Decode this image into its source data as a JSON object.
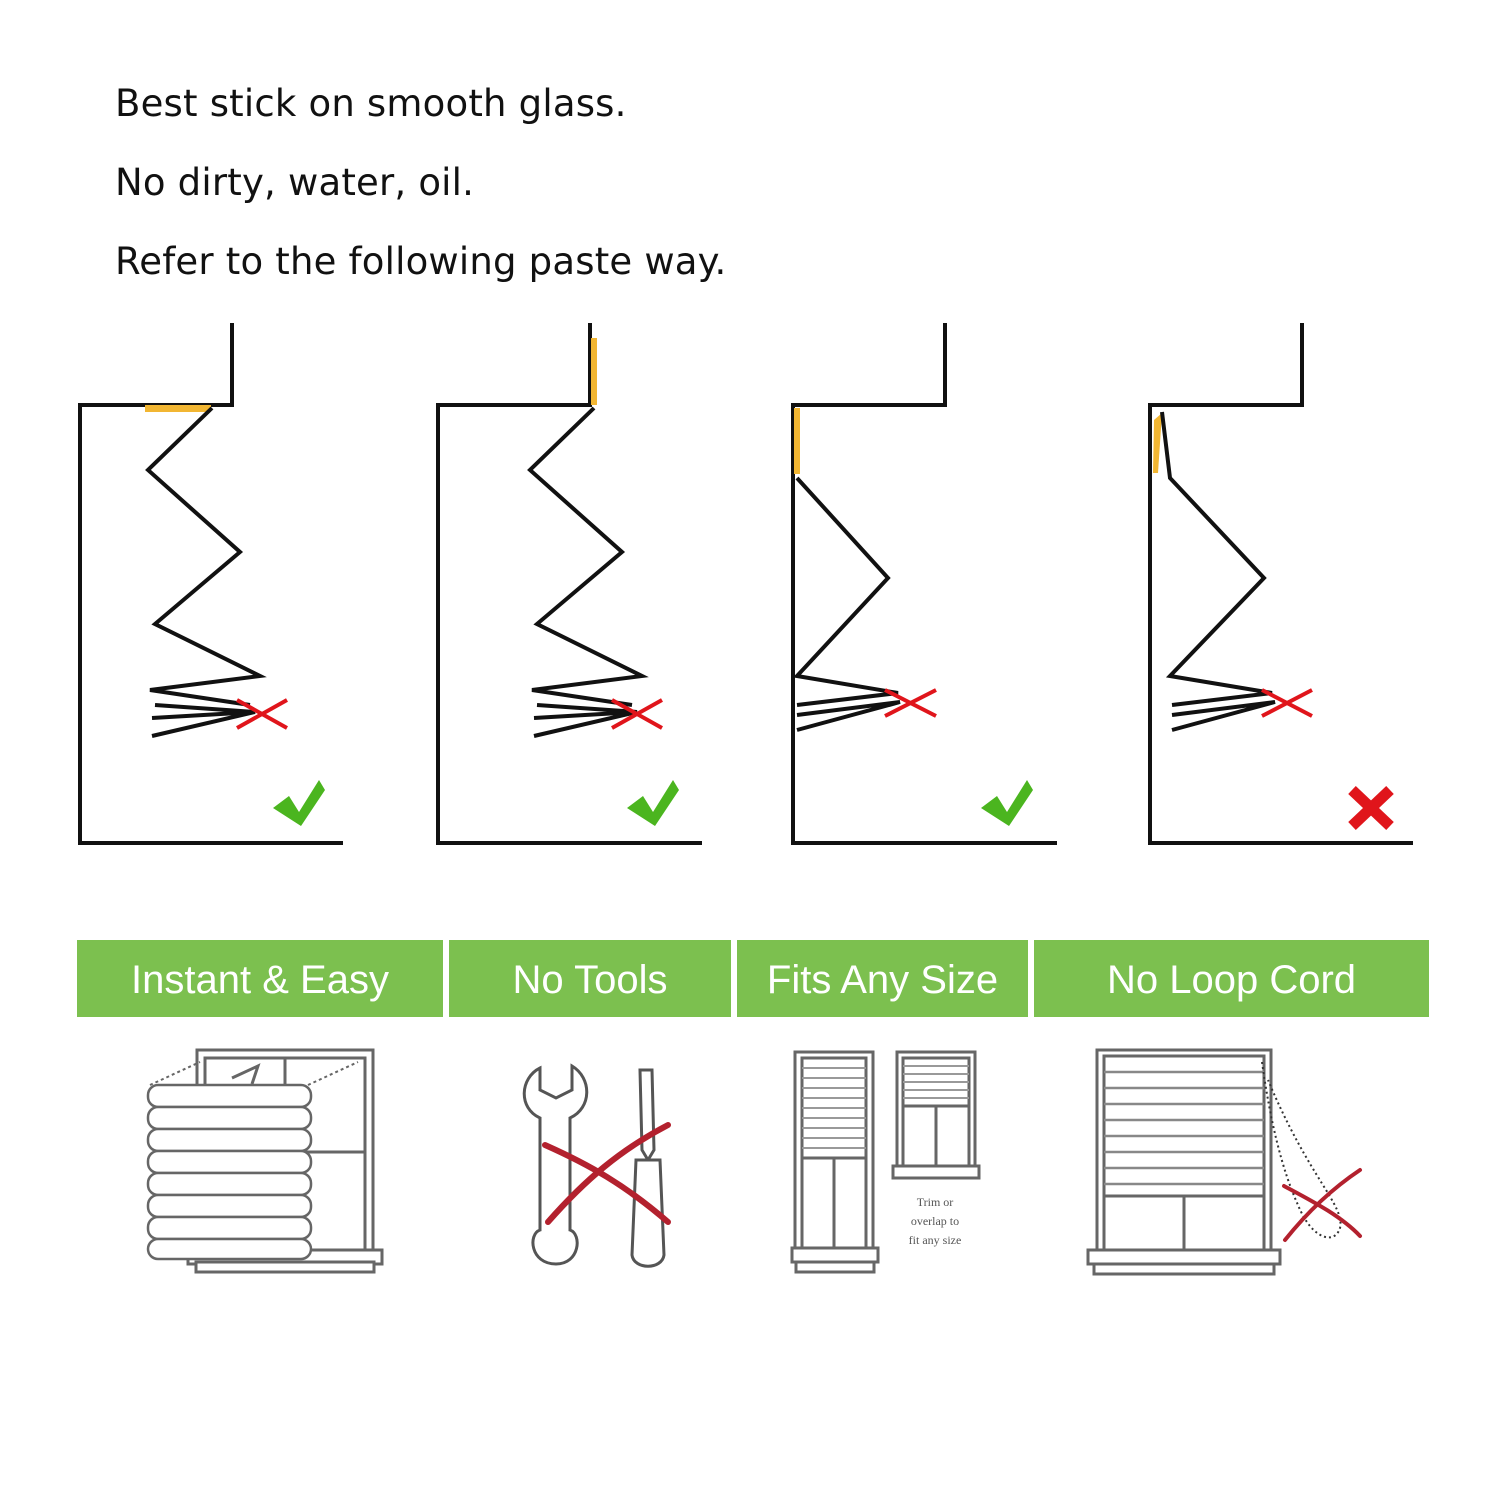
{
  "instructions": {
    "line1": "Best stick on smooth glass.",
    "line2": "No dirty, water, oil.",
    "line3": "Refer to the following paste way."
  },
  "diagrams": [
    {
      "result": "correct",
      "result_icon": "green-check-icon"
    },
    {
      "result": "correct",
      "result_icon": "green-check-icon"
    },
    {
      "result": "correct",
      "result_icon": "green-check-icon"
    },
    {
      "result": "incorrect",
      "result_icon": "red-x-icon"
    }
  ],
  "features": [
    {
      "label": "Instant & Easy",
      "icon": "pleated-shade-window-icon"
    },
    {
      "label": "No Tools",
      "icon": "crossed-out-tools-icon"
    },
    {
      "label": "Fits Any Size",
      "icon": "trim-to-size-shade-icon"
    },
    {
      "label": "No Loop Cord",
      "icon": "no-loop-cord-icon"
    }
  ],
  "fits_any_size_caption": [
    "Trim or",
    "overlap to",
    "fit any size"
  ],
  "colors": {
    "bar_green": "#7cc04f",
    "check_green": "#4bb51f",
    "cross_red": "#e0151b",
    "adhesive_yellow": "#f2b632",
    "line_black": "#111111",
    "tool_cross": "#b3212e"
  }
}
